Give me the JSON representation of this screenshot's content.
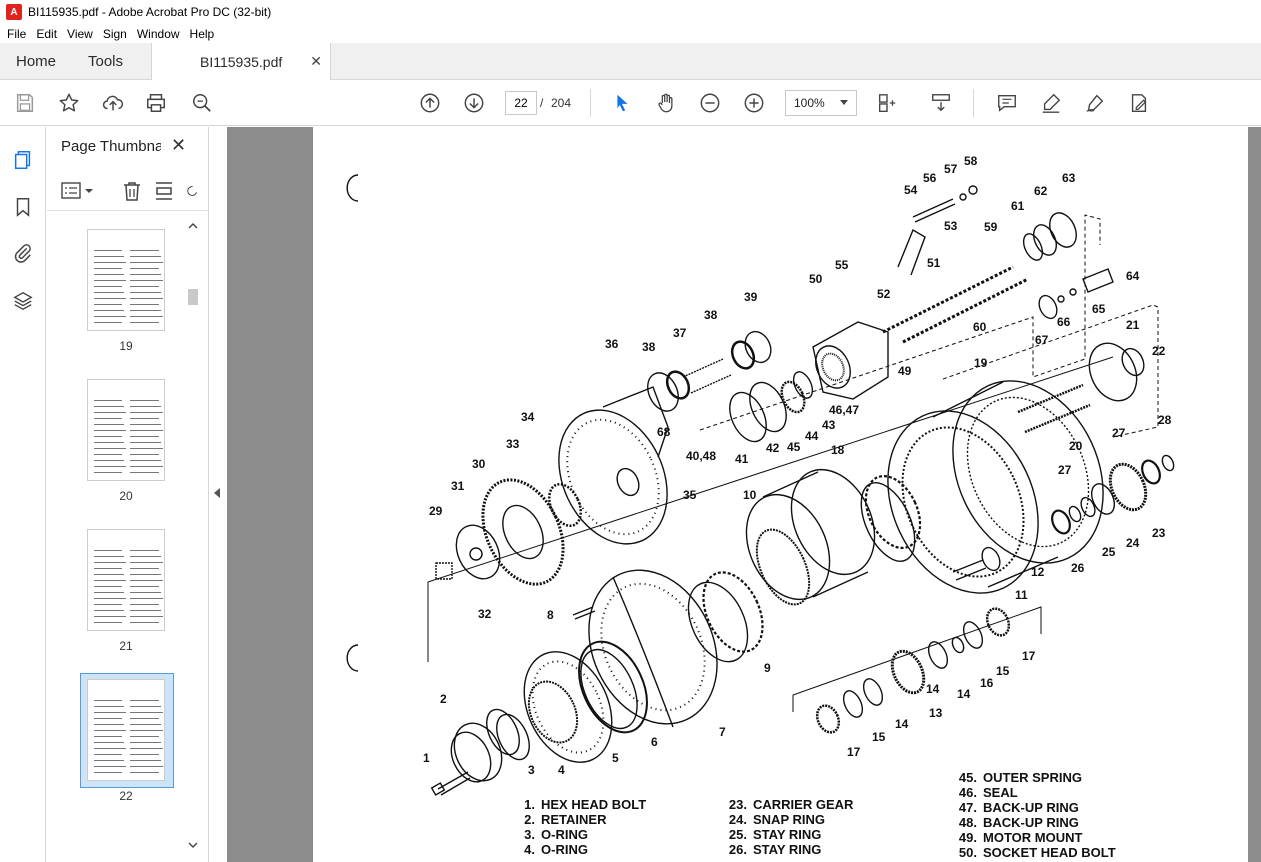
{
  "window": {
    "title": "BI115935.pdf - Adobe Acrobat Pro DC (32-bit)"
  },
  "menu": [
    "File",
    "Edit",
    "View",
    "Sign",
    "Window",
    "Help"
  ],
  "tabs": {
    "home": "Home",
    "tools": "Tools",
    "document": "BI115935.pdf"
  },
  "toolbar": {
    "current_page": "22",
    "page_sep": "/",
    "total_pages": "204",
    "zoom": "100%"
  },
  "icons": {
    "save": "save-icon",
    "bookmark": "star-icon",
    "upload": "upload-icon",
    "print": "print-icon",
    "search": "zoom-search-icon",
    "prev": "arrow-up-circle-icon",
    "next": "arrow-down-circle-icon",
    "select": "pointer-icon",
    "hand": "hand-icon",
    "zoom_out": "minus-circle-icon",
    "zoom_in": "plus-circle-icon",
    "fit": "fit-page-icon",
    "scroll": "scroll-mode-icon",
    "comment": "comment-icon",
    "highlight": "highlight-pen-icon",
    "sign": "sign-pen-icon",
    "fill": "fill-sign-icon"
  },
  "colors": {
    "accent": "#1473e6",
    "selection": "#cde3f7",
    "doc_bg": "#8c8c8c"
  },
  "sidebar": {
    "panel_title": "Page Thumbnails"
  },
  "thumbnails": [
    {
      "label": "19"
    },
    {
      "label": "20"
    },
    {
      "label": "21"
    },
    {
      "label": "22"
    }
  ],
  "diagram_callouts": [
    "1",
    "2",
    "3",
    "4",
    "5",
    "6",
    "7",
    "8",
    "9",
    "10",
    "11",
    "12",
    "13",
    "14",
    "14",
    "14",
    "15",
    "15",
    "16",
    "17",
    "17",
    "18",
    "19",
    "20",
    "21",
    "22",
    "23",
    "24",
    "25",
    "26",
    "27",
    "27",
    "28",
    "29",
    "31",
    "30",
    "32",
    "33",
    "34",
    "35",
    "36",
    "37",
    "38",
    "38",
    "39",
    "40,48",
    "41",
    "42",
    "43",
    "44",
    "45",
    "46,47",
    "49",
    "50",
    "51",
    "52",
    "53",
    "54",
    "55",
    "56",
    "57",
    "58",
    "59",
    "60",
    "61",
    "62",
    "63",
    "64",
    "65",
    "66",
    "67",
    "68"
  ],
  "legend": {
    "col1": [
      {
        "num": "1.",
        "text": "HEX HEAD BOLT"
      },
      {
        "num": "2.",
        "text": "RETAINER"
      },
      {
        "num": "3.",
        "text": "O-RING"
      },
      {
        "num": "4.",
        "text": "O-RING"
      }
    ],
    "col2": [
      {
        "num": "23.",
        "text": "CARRIER GEAR"
      },
      {
        "num": "24.",
        "text": "SNAP RING"
      },
      {
        "num": "25.",
        "text": "STAY RING"
      },
      {
        "num": "26.",
        "text": "STAY RING"
      }
    ],
    "col3": [
      {
        "num": "45.",
        "text": "OUTER SPRING"
      },
      {
        "num": "46.",
        "text": "SEAL"
      },
      {
        "num": "47.",
        "text": "BACK-UP RING"
      },
      {
        "num": "48.",
        "text": "BACK-UP RING"
      },
      {
        "num": "49.",
        "text": "MOTOR MOUNT"
      },
      {
        "num": "50.",
        "text": "SOCKET HEAD BOLT"
      }
    ]
  }
}
